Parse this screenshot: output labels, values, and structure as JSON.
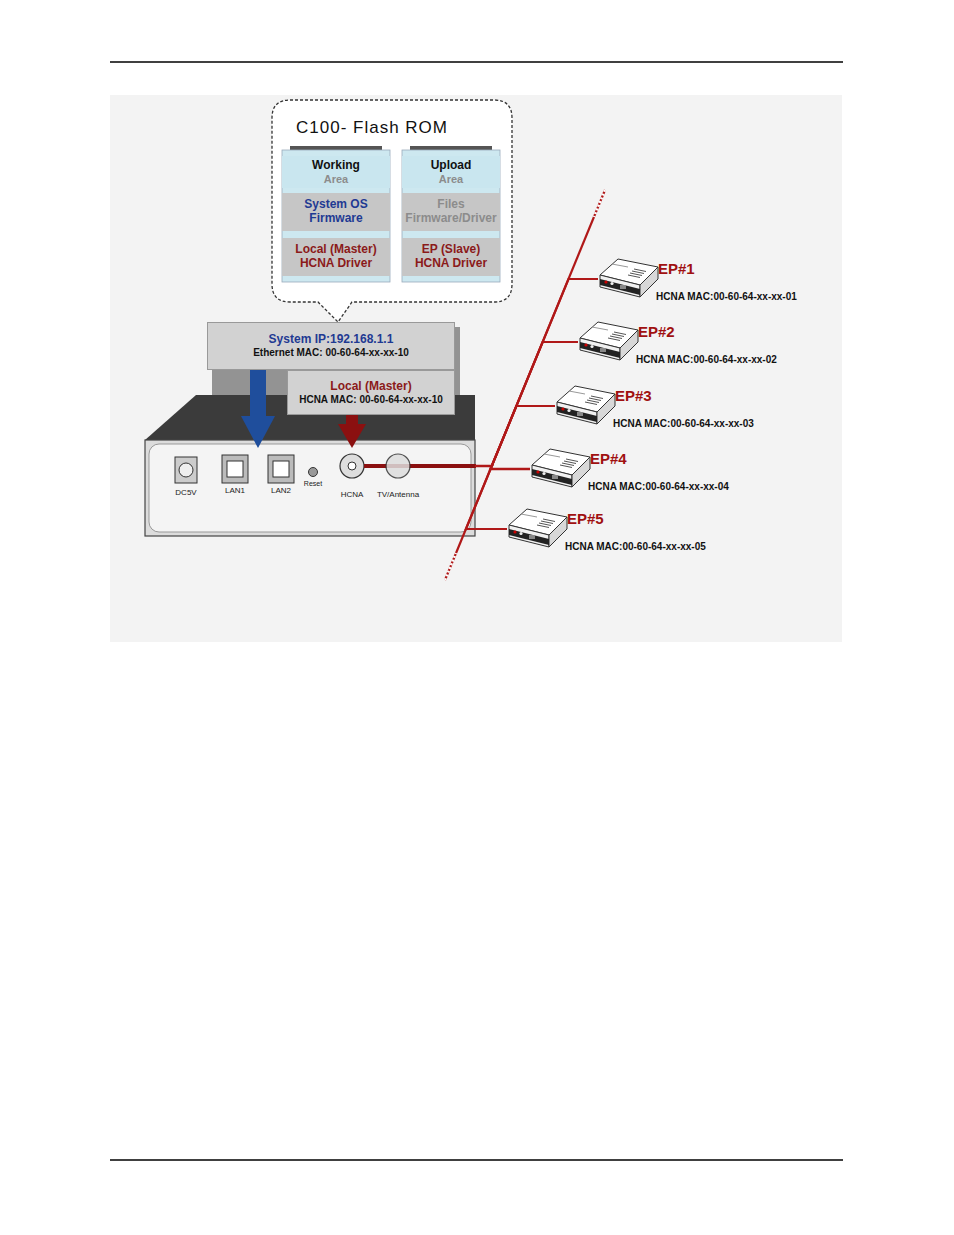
{
  "diagram": {
    "nodes": [
      {
        "text": [
          "C100- Flash ROM"
        ]
      },
      {
        "text": [
          "Working",
          "Area"
        ],
        "in": 0
      },
      {
        "text": [
          "System OS Firmware"
        ],
        "in": 0
      },
      {
        "text": [
          "Local (Master) HCNA Driver"
        ],
        "in": 0
      },
      {
        "text": [
          "Upload",
          "Area"
        ],
        "in": 0
      },
      {
        "text": [
          "Files Firmware/Driver"
        ],
        "in": 0
      },
      {
        "text": [
          "EP (Slave) HCNA Driver"
        ],
        "in": 0
      },
      {
        "text": [
          "System IP:192.168.1.1",
          "Ethernet MAC: 00-60-64-xx-xx-10"
        ]
      },
      {
        "text": [
          "Local (Master)",
          "HCNA MAC: 00-60-64-xx-xx-10"
        ]
      },
      {
        "text": [
          "DC5V",
          "LAN1",
          "LAN2",
          "Reset",
          "HCNA",
          "TV/Antenna"
        ]
      },
      {
        "text": [
          "EP#1",
          "HCNA MAC:00-60-64-xx-xx-01"
        ]
      },
      {
        "text": [
          "EP#2",
          "HCNA MAC:00-60-64-xx-xx-02"
        ]
      },
      {
        "text": [
          "EP#3",
          "HCNA MAC:00-60-64-xx-xx-03"
        ]
      },
      {
        "text": [
          "EP#4",
          "HCNA MAC:00-60-64-xx-xx-04"
        ]
      },
      {
        "text": [
          "EP#5",
          "HCNA MAC:00-60-64-xx-xx-05"
        ]
      }
    ],
    "edges": [
      {
        "from": 7,
        "to": 9,
        "arrow": "to"
      },
      {
        "from": 8,
        "to": 9,
        "arrow": "to"
      },
      {
        "from": 9,
        "to": 10,
        "arrow": "none"
      },
      {
        "from": 9,
        "to": 11,
        "arrow": "none"
      },
      {
        "from": 9,
        "to": 12,
        "arrow": "none"
      },
      {
        "from": 9,
        "to": 13,
        "arrow": "none"
      },
      {
        "from": 9,
        "to": 14,
        "arrow": "none"
      }
    ]
  }
}
